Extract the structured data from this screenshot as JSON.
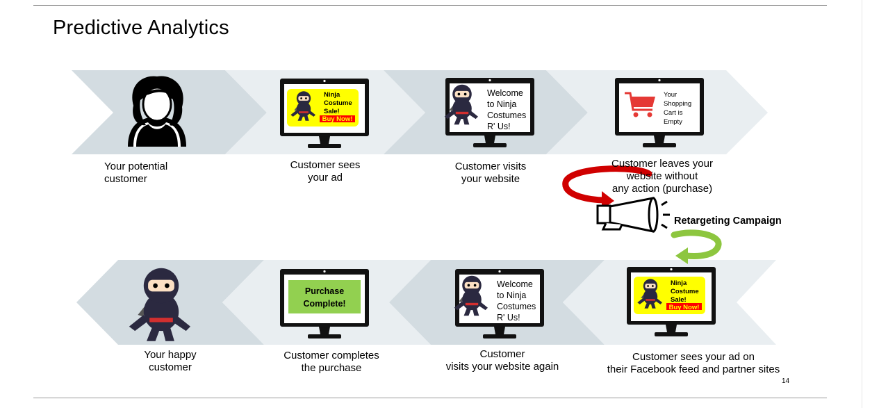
{
  "title": "Predictive Analytics",
  "top_row": {
    "potential_customer": "Your potential\ncustomer",
    "sees_ad": "Customer sees\nyour ad",
    "visits_website": "Customer visits\nyour website",
    "leaves_website": "Customer leaves your\nwebsite without\nany action (purchase)"
  },
  "retargeting_label": "Retargeting Campaign",
  "bottom_row": {
    "happy_customer": "Your happy\ncustomer",
    "completes_purchase": "Customer completes\nthe purchase",
    "visits_again": "Customer\nvisits your website again",
    "sees_ad_facebook": "Customer sees your ad on\ntheir Facebook feed and partner sites"
  },
  "ad_screen": {
    "line1": "Ninja",
    "line2": "Costume",
    "line3": "Sale!",
    "button": "Buy Now!"
  },
  "website_screen": {
    "text": "Welcome to Ninja Costumes R' Us!"
  },
  "cart_screen": {
    "text": "Your Shopping Cart is Empty"
  },
  "purchase_screen": {
    "text": "Purchase Complete!"
  },
  "page_number": "14",
  "colors": {
    "band_dark": "#d3dce1",
    "band_light": "#e9eef1",
    "ad_yellow": "#ffff00",
    "ad_red": "#ff0000",
    "purchase_green": "#92d050",
    "arrow_red": "#e00000",
    "arrow_green": "#8dc63f"
  }
}
